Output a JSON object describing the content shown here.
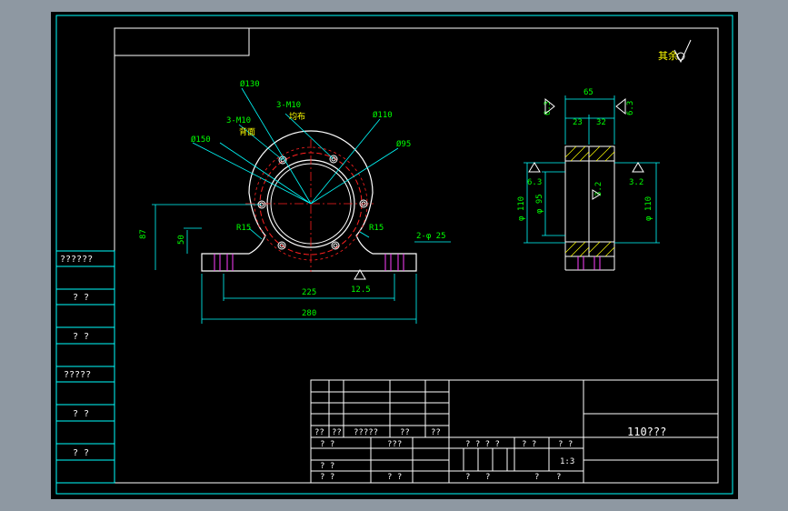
{
  "drawing": {
    "rough_symbol_label": "其余",
    "front_view": {
      "dim_outer_dia": "Ø150",
      "dim_bore_dia": "Ø110",
      "dim_bolt_circle": "Ø130",
      "dim_center_dia": "Ø95",
      "callout_holes_a": "3-M10",
      "callout_holes_a_note": "背面",
      "callout_holes_b": "3-M10",
      "callout_holes_b_note": "均布",
      "dim_fillet_left": "R15",
      "dim_fillet_right": "R15",
      "dim_height": "87",
      "dim_center_height": "50",
      "dim_mount_holes": "2-φ 25",
      "dim_hole_span": "225",
      "dim_base_length": "280",
      "roughness_base": "12.5"
    },
    "side_view": {
      "dim_width": "65",
      "dim_step_left": "23",
      "dim_step_right": "32",
      "roughness_top_left": "6.3",
      "roughness_top_right": "6.3",
      "dim_left_dia": "φ 110",
      "dim_inner_dia": "φ 95",
      "dim_right_dia": "φ 110",
      "roughness_left": "6.3",
      "roughness_inner": "3.2",
      "roughness_right": "3.2"
    }
  },
  "left_table": [
    "??????",
    "? ?",
    "? ?",
    "?????",
    "? ?",
    "? ?"
  ],
  "title_block": {
    "row_a": [
      "??",
      "??",
      "?????",
      "??",
      "??"
    ],
    "row_b1": "? ?",
    "row_b2": "???",
    "row_c1": "? ?",
    "row_c2": "? ?",
    "mid_labels": [
      "? ? ? ?",
      "? ?",
      "? ?"
    ],
    "scale": "1:3",
    "mid_bottom": [
      "?",
      "?",
      "?",
      "?"
    ],
    "title": "110???"
  }
}
